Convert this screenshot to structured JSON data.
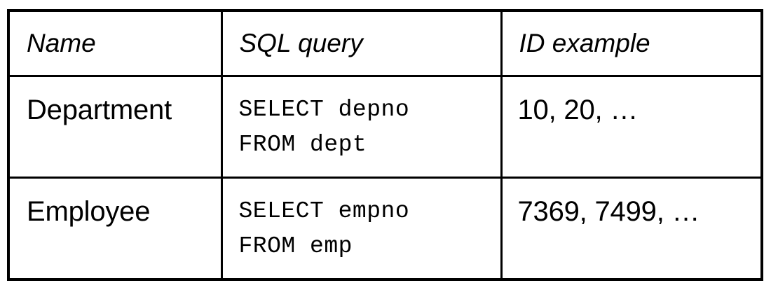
{
  "table": {
    "columns": [
      {
        "key": "name",
        "header": "Name"
      },
      {
        "key": "query",
        "header": "SQL query"
      },
      {
        "key": "example",
        "header": "ID example"
      }
    ],
    "rows": [
      {
        "name": "Department",
        "query_line1": "SELECT depno",
        "query_line2": "FROM dept",
        "example": "10, 20, …"
      },
      {
        "name": "Employee",
        "query_line1": "SELECT empno",
        "query_line2": "FROM emp",
        "example": "7369, 7499, …"
      }
    ]
  },
  "style": {
    "border_color": "#000000",
    "text_color": "#000000",
    "background_color": "#ffffff"
  }
}
